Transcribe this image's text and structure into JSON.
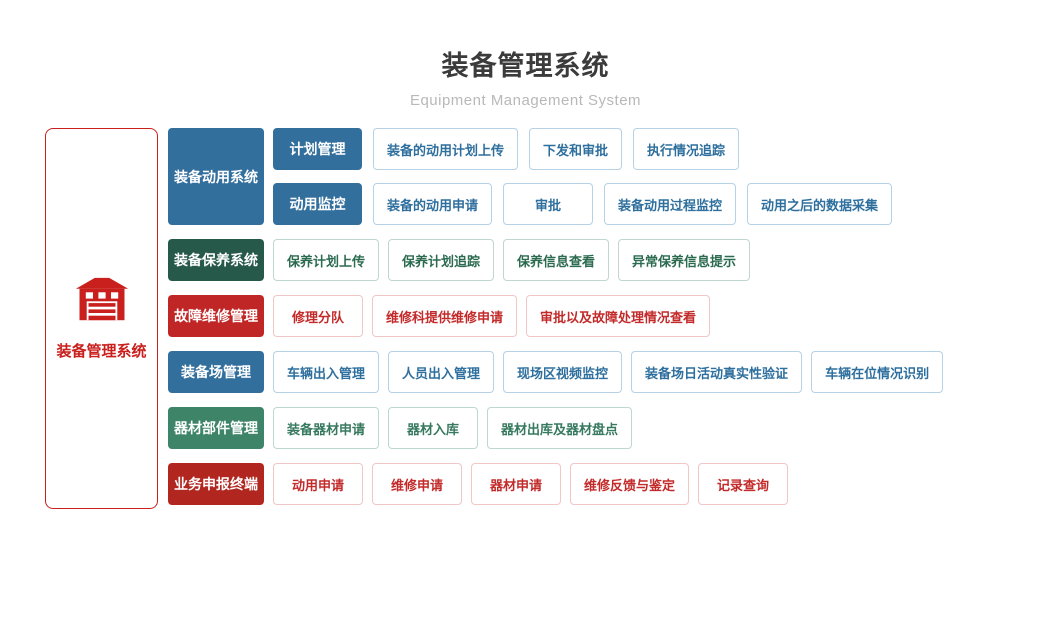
{
  "header": {
    "title": "装备管理系统",
    "subtitle": "Equipment Management System"
  },
  "root": {
    "label": "装备管理系统",
    "icon": "garage-icon"
  },
  "colors": {
    "root_red": "#c9201d",
    "blue": "#336f9d",
    "blue_text": "#2e6f9e",
    "blue_border": "#b5d2e6",
    "dark_green": "#27594a",
    "dark_green_text": "#2c6b50",
    "dark_green_border": "#bed8cd",
    "green": "#3e8468",
    "green_text": "#37795f",
    "green_border": "#bcd9cd",
    "red": "#c02626",
    "dark_red": "#b1261f",
    "red_text": "#c32b2b",
    "red_border": "#f0c6c6"
  },
  "sections": [
    {
      "label": "装备动用系统",
      "theme": "blue",
      "rows": [
        {
          "sub_label": "计划管理",
          "items": [
            "装备的动用计划上传",
            "下发和审批",
            "执行情况追踪"
          ]
        },
        {
          "sub_label": "动用监控",
          "items": [
            "装备的动用申请",
            "审批",
            "装备动用过程监控",
            "动用之后的数据采集"
          ]
        }
      ]
    },
    {
      "label": "装备保养系统",
      "theme": "dark-green",
      "items": [
        "保养计划上传",
        "保养计划追踪",
        "保养信息查看",
        "异常保养信息提示"
      ]
    },
    {
      "label": "故障维修管理",
      "theme": "red",
      "items": [
        "修理分队",
        "维修科提供维修申请",
        "审批以及故障处理情况查看"
      ]
    },
    {
      "label": "装备场管理",
      "theme": "blue",
      "items": [
        "车辆出入管理",
        "人员出入管理",
        "现场区视频监控",
        "装备场日活动真实性验证",
        "车辆在位情况识别"
      ]
    },
    {
      "label": "器材部件管理",
      "theme": "green",
      "items": [
        "装备器材申请",
        "器材入库",
        "器材出库及器材盘点"
      ]
    },
    {
      "label": "业务申报终端",
      "theme": "dark-red",
      "items": [
        "动用申请",
        "维修申请",
        "器材申请",
        "维修反馈与鉴定",
        "记录查询"
      ]
    }
  ]
}
